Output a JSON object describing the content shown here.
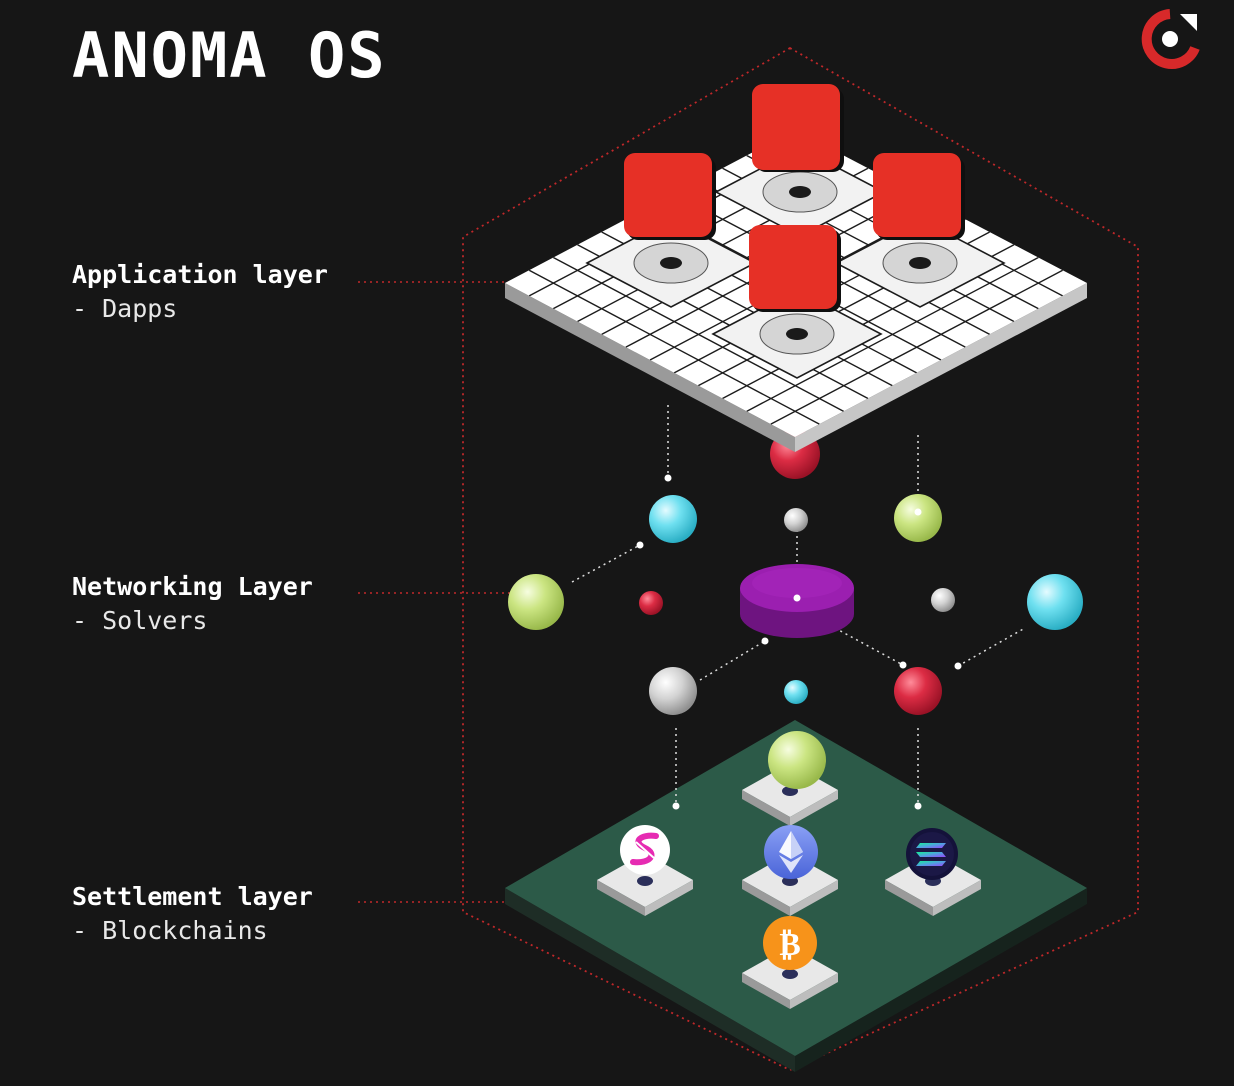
{
  "title": "ANOMA OS",
  "logo": {
    "name": "anoma-logo",
    "color": "#d7292a"
  },
  "layers": [
    {
      "name": "Application layer",
      "desc": "- Dapps"
    },
    {
      "name": "Networking Layer",
      "desc": "- Solvers"
    },
    {
      "name": "Settlement layer",
      "desc": "- Blockchains"
    }
  ],
  "colors": {
    "background": "#161616",
    "accent_red": "#d7292a",
    "app_tile": "#e63026",
    "grid_board": "#ffffff",
    "settlement_board": "#2c5a48",
    "solver_disc": "#9b1fb0",
    "orb_cyan": "#4fd8ea",
    "orb_lime": "#c6e37a",
    "orb_red": "#d8283f",
    "orb_gray": "#c9c9c9"
  },
  "chain_icons": [
    {
      "name": "polygon-style-chain-icon",
      "color": "#e62bb2"
    },
    {
      "name": "ethereum-icon",
      "color": "#627eea"
    },
    {
      "name": "solana-icon",
      "color": "#14f195"
    },
    {
      "name": "bitcoin-icon",
      "color": "#f7931a",
      "glyph": "₿"
    }
  ]
}
